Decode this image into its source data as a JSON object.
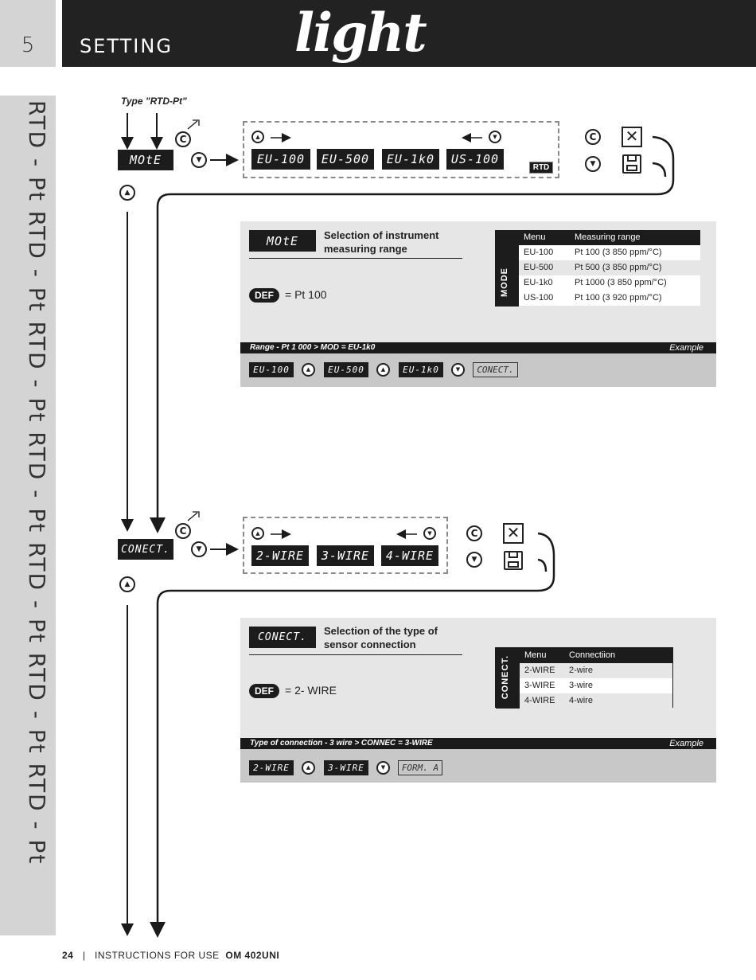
{
  "header": {
    "section_number": "5",
    "title": "SETTING",
    "logo": "light"
  },
  "side_label": "RTD - Pt   RTD - Pt   RTD - Pt   RTD - Pt   RTD - Pt   RTD - Pt   RTD - Pt",
  "type_label": "Type \"RTD-Pt\"",
  "mode_flow": {
    "menu_display": "MOtE",
    "options": [
      "EU-100",
      "EU-500",
      "EU-1k0",
      "US-100"
    ],
    "badge": "RTD"
  },
  "mode_panel": {
    "display": "MOtE",
    "title_line1": "Selection of instrument",
    "title_line2": "measuring  range",
    "def_label": "DEF",
    "def_value": "= Pt 100",
    "table": {
      "tag": "MODE",
      "headers": [
        "Menu",
        "Measuring range"
      ],
      "rows": [
        [
          "EU-100",
          "Pt 100 (3 850 ppm/°C)"
        ],
        [
          "EU-500",
          "Pt 500 (3 850 ppm/°C)"
        ],
        [
          "EU-1k0",
          "Pt 1000 (3 850 ppm/°C)"
        ],
        [
          "US-100",
          "Pt 100 (3 920 ppm/°C)"
        ]
      ]
    },
    "example_bar_left": "Range - Pt 1 000  > MOD = EU-1k0",
    "example_bar_right": "Example",
    "example_sequence": [
      "EU-100",
      "EU-500",
      "EU-1k0",
      "CONECT."
    ]
  },
  "conect_flow": {
    "menu_display": "CONECT.",
    "options": [
      "2-WIRE",
      "3-WIRE",
      "4-WIRE"
    ]
  },
  "conect_panel": {
    "display": "CONECT.",
    "title_line1": "Selection of the type of",
    "title_line2": "sensor connection",
    "def_label": "DEF",
    "def_value": "= 2- WIRE",
    "table": {
      "tag": "CONECT.",
      "headers": [
        "Menu",
        "Connectiion"
      ],
      "rows": [
        [
          "2-WIRE",
          "2-wire"
        ],
        [
          "3-WIRE",
          "3-wire"
        ],
        [
          "4-WIRE",
          "4-wire"
        ]
      ]
    },
    "example_bar_left": "Type of connection - 3 wire  > CONNEC = 3-WIRE",
    "example_bar_right": "Example",
    "example_sequence": [
      "2-WIRE",
      "3-WIRE",
      "FORM. A"
    ]
  },
  "footer": {
    "page": "24",
    "separator": "|",
    "doc": "INSTRUCTIONS FOR USE",
    "model": "OM 402UNI"
  }
}
